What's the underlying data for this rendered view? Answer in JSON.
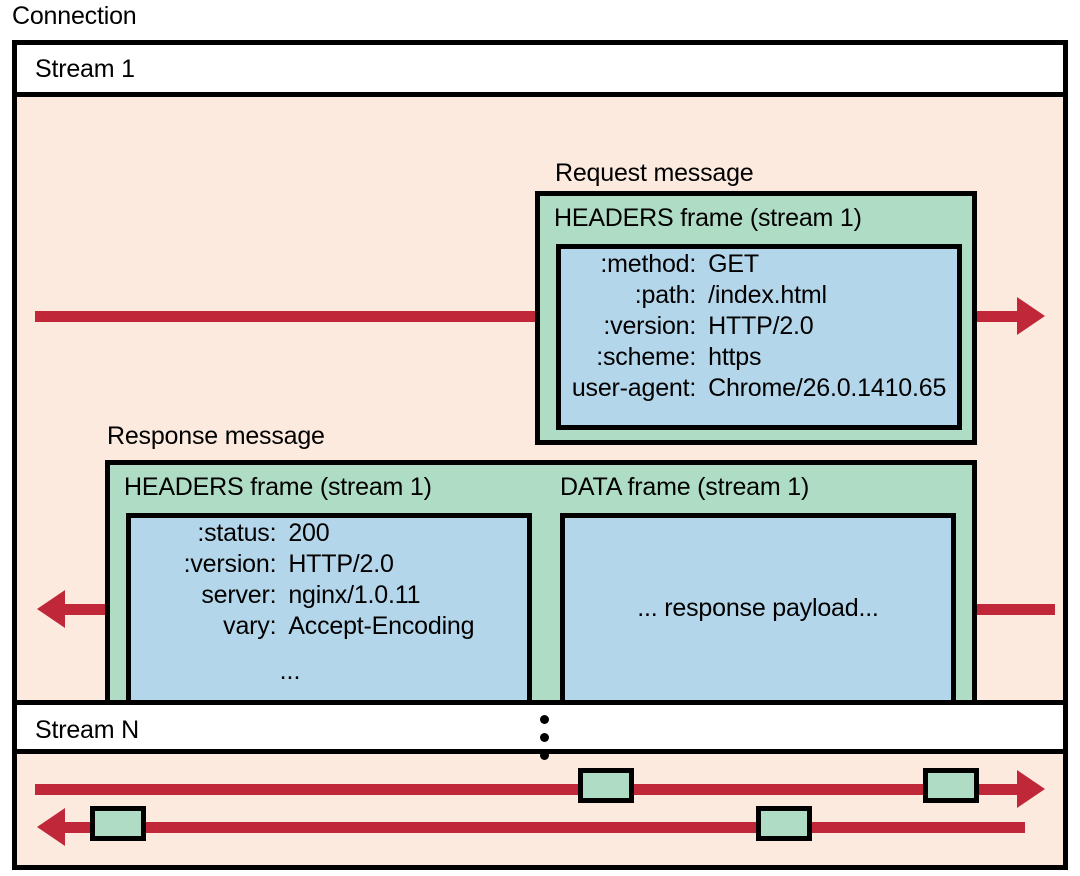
{
  "diagram": {
    "title": "Connection",
    "colors": {
      "background": "#fceade",
      "frame_green": "#afdcc5",
      "payload_blue": "#b4d6ea",
      "arrow_red": "#c0283a",
      "stroke": "#000000",
      "band_white": "#ffffff"
    }
  },
  "streams": [
    {
      "id": "stream-1",
      "title": "Stream 1"
    },
    {
      "id": "stream-n",
      "title": "Stream N"
    }
  ],
  "request_message": {
    "label": "Request message",
    "frame_title": "HEADERS frame (stream 1)",
    "headers": [
      {
        "key": ":method:",
        "value": "GET"
      },
      {
        "key": ":path:",
        "value": "/index.html"
      },
      {
        "key": ":version:",
        "value": "HTTP/2.0"
      },
      {
        "key": ":scheme:",
        "value": "https"
      },
      {
        "key": "user-agent:",
        "value": "Chrome/26.0.1410.65"
      }
    ]
  },
  "response_message": {
    "label": "Response message",
    "headers_frame": {
      "frame_title": "HEADERS frame (stream 1)",
      "headers": [
        {
          "key": ":status:",
          "value": "200"
        },
        {
          "key": ":version:",
          "value": "HTTP/2.0"
        },
        {
          "key": "server:",
          "value": "nginx/1.0.11"
        },
        {
          "key": "vary:",
          "value": "Accept-Encoding"
        }
      ],
      "ellipsis": "..."
    },
    "data_frame": {
      "frame_title": "DATA frame (stream 1)",
      "payload_text": "... response payload..."
    }
  },
  "stream_n": {
    "vertical_ellipsis": "⋮",
    "outbound_arrow": {
      "direction": "right",
      "chip_count": 2
    },
    "inbound_arrow": {
      "direction": "left",
      "chip_count": 2
    }
  }
}
